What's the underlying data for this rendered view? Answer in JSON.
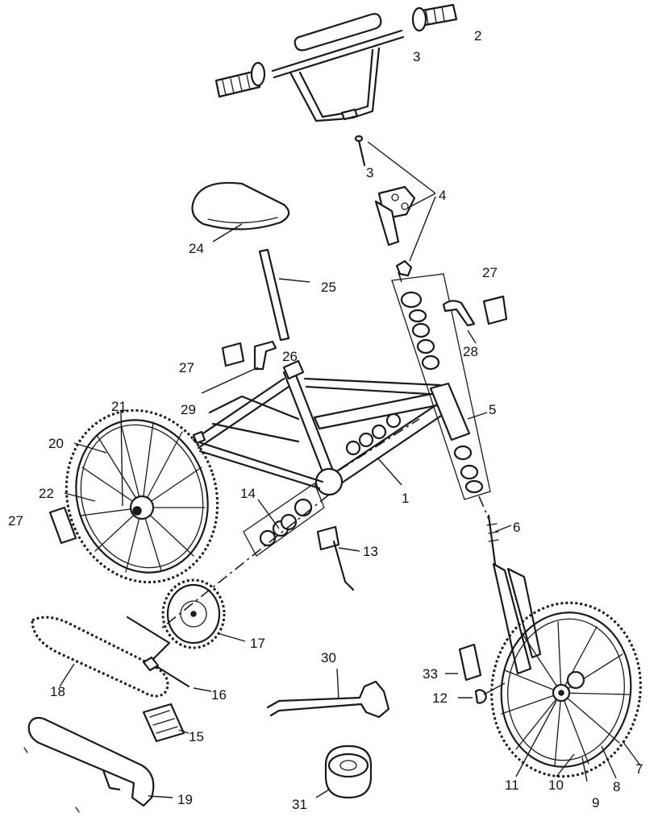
{
  "callouts": {
    "n1": "1",
    "n2": "2",
    "n3": "3",
    "n4": "4",
    "n5": "5",
    "n6": "6",
    "n7": "7",
    "n8": "8",
    "n9": "9",
    "n10": "10",
    "n11": "11",
    "n12": "12",
    "n13": "13",
    "n14": "14",
    "n15": "15",
    "n16": "16",
    "n17": "17",
    "n18": "18",
    "n19": "19",
    "n20": "20",
    "n21": "21",
    "n22": "22",
    "n24": "24",
    "n25": "25",
    "n26": "26",
    "n27a": "27",
    "n27b": "27",
    "n27c": "27",
    "n28": "28",
    "n29": "29",
    "n30": "30",
    "n31": "31",
    "n33": "33",
    "stem_bolt_label": "3"
  }
}
